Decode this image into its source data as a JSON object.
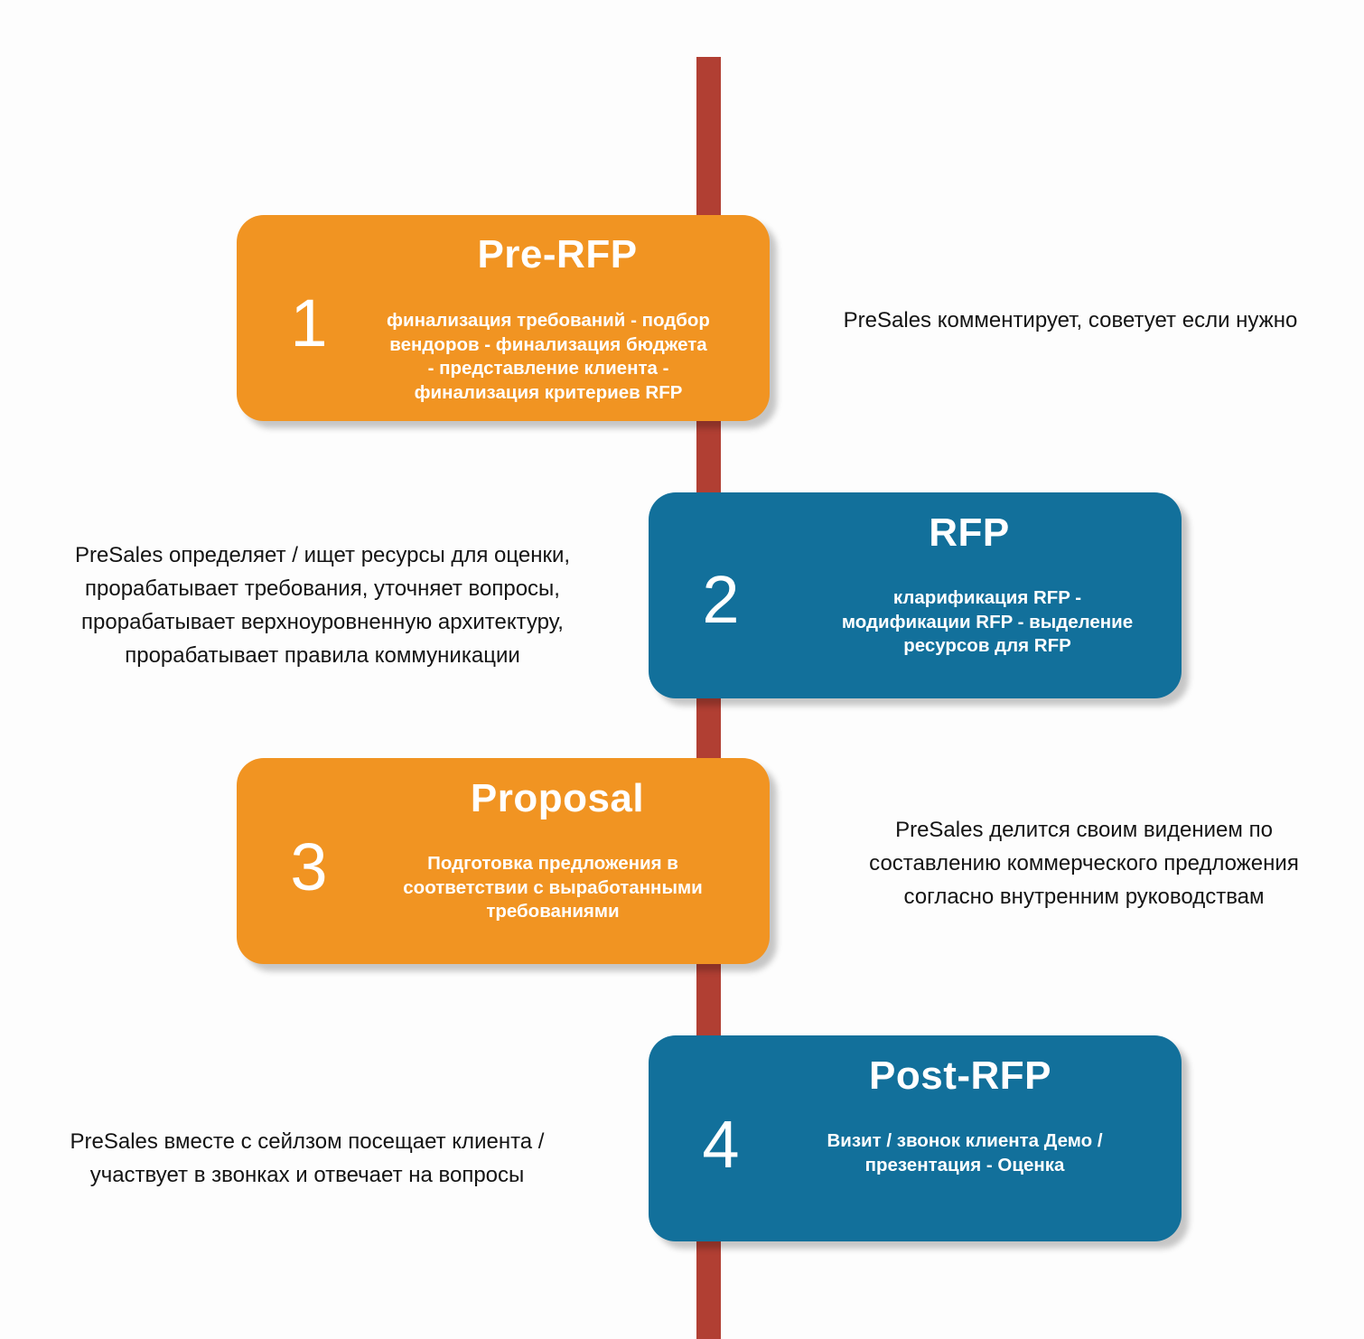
{
  "colors": {
    "timeline": "#b13f33",
    "orange": "#f19422",
    "blue": "#12709b"
  },
  "stages": [
    {
      "number": "1",
      "title": "Pre-RFP",
      "desc_lines": [
        "финализация требований - подбор",
        "вендоров - финализация бюджета",
        "- представление клиента -",
        "финализация критериев RFP"
      ]
    },
    {
      "number": "2",
      "title": "RFP",
      "desc_lines": [
        "кларификация RFP -",
        "модификации RFP  - выделение",
        "ресурсов для RFP"
      ]
    },
    {
      "number": "3",
      "title": "Proposal",
      "desc_lines": [
        "Подготовка предложения в",
        "соответствии с выработанными",
        "требованиями"
      ]
    },
    {
      "number": "4",
      "title": "Post-RFP",
      "desc_lines": [
        "Визит / звонок клиента Демо /",
        "презентация - Оценка"
      ]
    }
  ],
  "notes": [
    {
      "lines": [
        "PreSales комментирует, советует если нужно"
      ]
    },
    {
      "lines": [
        "PreSales определяет / ищет ресурсы для оценки,",
        "прорабатывает требования, уточняет вопросы,",
        "прорабатывает верхноуровненную архитектуру,",
        "прорабатывает правила коммуникации"
      ]
    },
    {
      "lines": [
        "PreSales делится своим видением по",
        "составлению коммерческого предложения",
        "согласно внутренним руководствам"
      ]
    },
    {
      "lines": [
        "PreSales вместе с сейлзом посещает клиента /",
        "участвует в звонках и отвечает на вопросы"
      ]
    }
  ]
}
